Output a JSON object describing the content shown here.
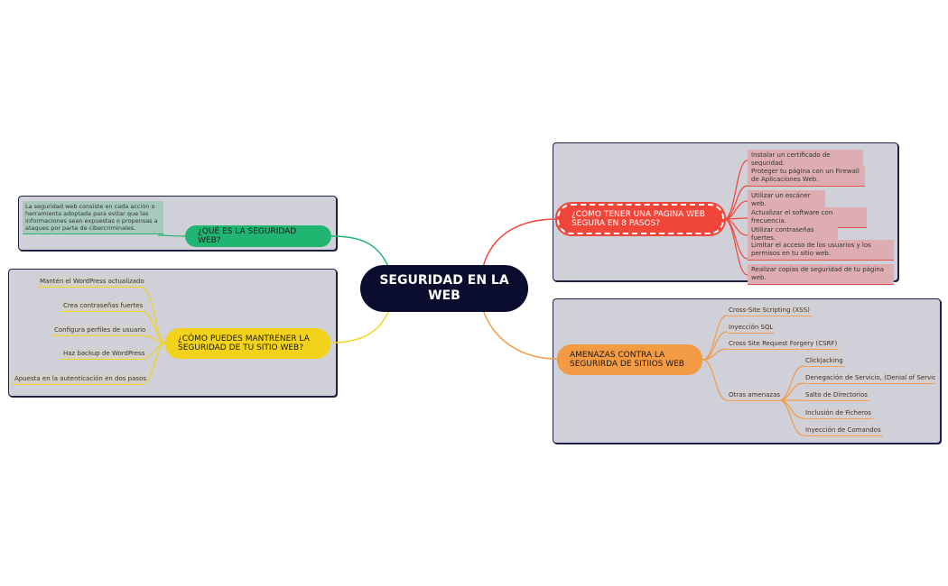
{
  "central": "SEGURIDAD EN LA WEB",
  "colors": {
    "green": "#21b572",
    "yellow": "#f2d21a",
    "red": "#f0463a",
    "orange": "#f39a45",
    "central": "#0b0d2e",
    "panel": "#cfd0d8"
  },
  "green_topic": {
    "label": "¿QUÉ ES LA SEGURIDAD WEB?",
    "detail": "La seguridad web consiste en cada acción o herramienta adoptada para evitar que las informaciones sean expuestas o propensas a ataques por parte de cibercriminales."
  },
  "yellow_topic": {
    "label": "¿CÓMO PUEDES MANTRENER LA SEGURIDAD DE TU SITIO WEB?",
    "items": [
      "Mantén el WordPress actualizado",
      "Crea contraseñas fuertes",
      "Configura perfiles de usuario",
      "Haz backup de WordPress",
      "Apuesta en la autenticación en dos pasos"
    ]
  },
  "red_topic": {
    "label": "¿COMO TENER UNA PAGINA WEB SEGURA EN 8 PASOS?",
    "items": [
      "Instalar un certificado de seguridad.",
      "Proteger tu página con un Firewall de Aplicaciones Web.",
      "Utilizar un escáner web.",
      "Actualizar el software con frecuencia.",
      "Utilizar contraseñas fuertes.",
      "Limitar el acceso de los usuarios y los permisos en tu sitio web.",
      "Realizar copias de seguridad de tu página web."
    ]
  },
  "orange_topic": {
    "label": "AMENAZAS CONTRA LA SEGURIRDA DE SITIIOS WEB",
    "items": [
      "Cross-Site Scripting (XSS)",
      "Inyección SQL",
      "Cross Site Request Forgery (CSRF)",
      "Otras amenazas"
    ],
    "other_threats": [
      "Clickjacking",
      "Denegación de Servicio, (Denial of Service",
      "Salto de Directorios",
      "Inclusión de Ficheros",
      "Inyección de Comandos"
    ]
  }
}
